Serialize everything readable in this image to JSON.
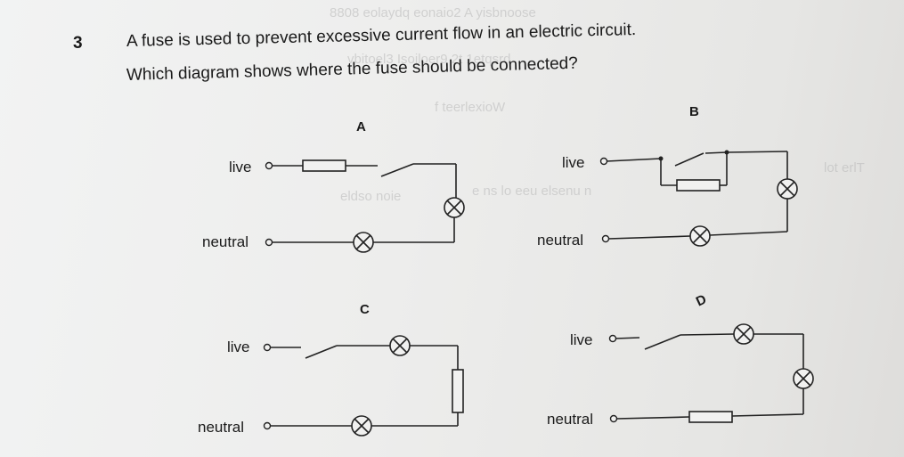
{
  "question": {
    "number": "3",
    "line1": "A fuse is used to prevent excessive current flow in an electric circuit.",
    "line2": "Which diagram shows where the fuse should be connected?"
  },
  "diagrams": {
    "A": {
      "letter": "A",
      "live": "live",
      "neutral": "neutral"
    },
    "B": {
      "letter": "B",
      "live": "live",
      "neutral": "neutral"
    },
    "C": {
      "letter": "C",
      "live": "live",
      "neutral": "neutral"
    },
    "D": {
      "letter": "D",
      "live": "live",
      "neutral": "neutral"
    }
  }
}
